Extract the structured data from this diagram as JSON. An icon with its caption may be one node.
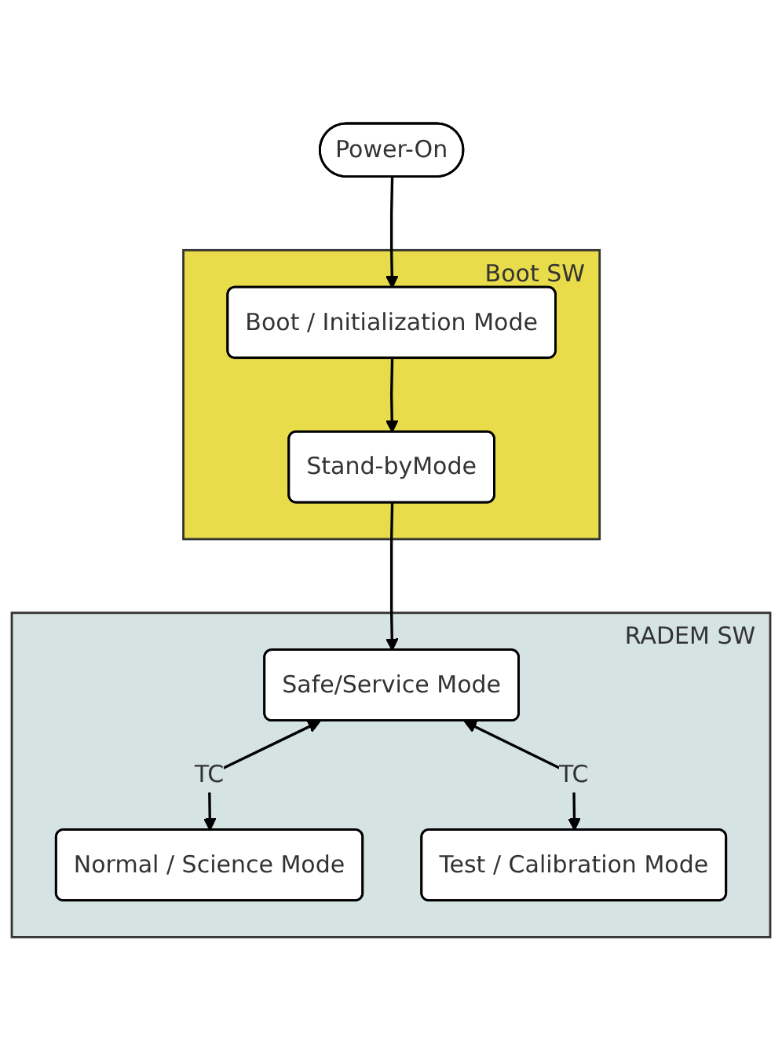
{
  "diagram": {
    "nodes": [
      {
        "text": [
          "Power-On"
        ]
      },
      {
        "text": [
          "Boot SW"
        ]
      },
      {
        "text": [
          "Boot / Initialization Mode"
        ],
        "in": 1
      },
      {
        "text": [
          "Stand-byMode"
        ],
        "in": 1
      },
      {
        "text": [
          "RADEM SW"
        ]
      },
      {
        "text": [
          "Safe/Service Mode"
        ],
        "in": 4
      },
      {
        "text": [
          "Normal / Science Mode"
        ],
        "in": 4
      },
      {
        "text": [
          "Test / Calibration Mode"
        ],
        "in": 4
      }
    ],
    "edges": [
      {
        "from": 0,
        "to": 2,
        "arrow": "to"
      },
      {
        "from": 2,
        "to": 3,
        "arrow": "to"
      },
      {
        "from": 3,
        "to": 5,
        "arrow": "to"
      },
      {
        "from": 5,
        "to": 6,
        "arrow": "both",
        "label": "TC"
      },
      {
        "from": 5,
        "to": 7,
        "arrow": "both",
        "label": "TC"
      }
    ]
  }
}
